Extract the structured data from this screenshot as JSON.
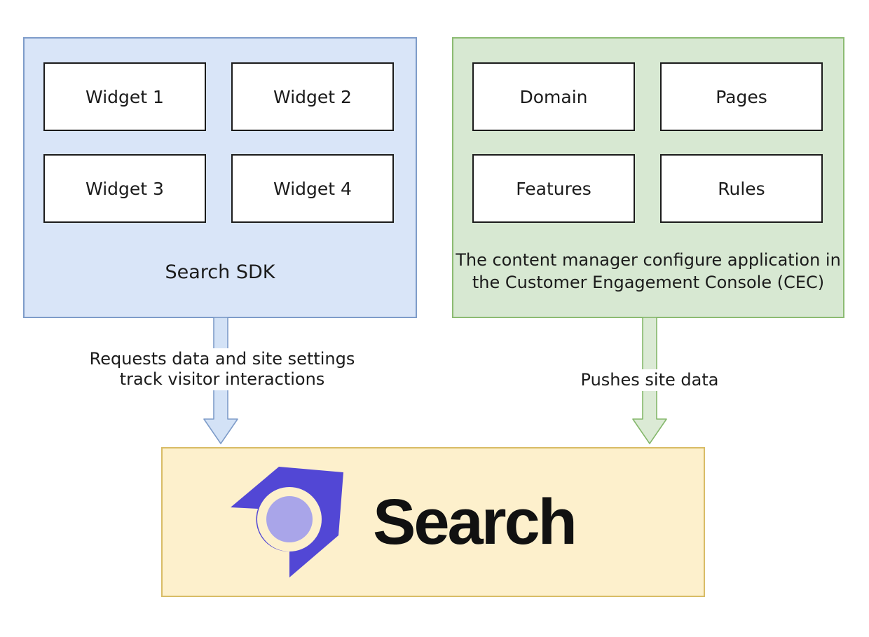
{
  "page": {
    "background": "#ffffff"
  },
  "sdk_panel": {
    "label": "Search SDK",
    "widgets": [
      "Widget 1",
      "Widget 2",
      "Widget 3",
      "Widget 4"
    ],
    "fill": "#d9e5f8",
    "border_color": "#7e9cc9"
  },
  "cec_panel": {
    "items": [
      "Domain",
      "Pages",
      "Features",
      "Rules"
    ],
    "caption_line1": "The content manager configure application in",
    "caption_line2": "the Customer Engagement Console (CEC)",
    "fill": "#d7e8d2",
    "border_color": "#8cbb72"
  },
  "sdk_arrow": {
    "label_line1": "Requests data and site settings",
    "label_line2": "track visitor interactions",
    "fill": "#d3e2f6",
    "stroke": "#7e9cc9"
  },
  "cec_arrow": {
    "label": "Pushes site data",
    "fill": "#dbead5",
    "stroke": "#85b86c"
  },
  "search_service": {
    "label": "Search",
    "fill": "#fdf0cc",
    "border_color": "#d8bc66",
    "logo": {
      "name": "search-logo",
      "primary_color": "#5247d5",
      "accent_color": "#a9a5e9",
      "ring_color": "#fdf0cc"
    }
  }
}
